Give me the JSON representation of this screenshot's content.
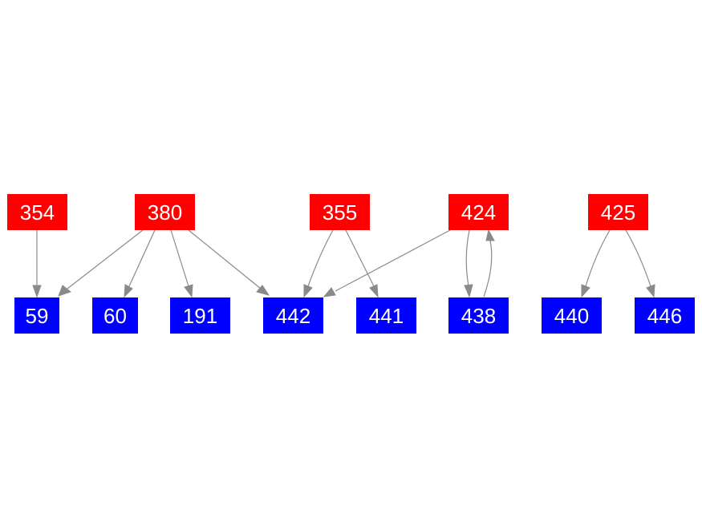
{
  "colors": {
    "source": "#ff0000",
    "target": "#0000ff",
    "edge": "#8a8a8a",
    "label": "#ffffff",
    "background": "#ffffff"
  },
  "nodes": {
    "n354": {
      "label": "354",
      "group": "source"
    },
    "n380": {
      "label": "380",
      "group": "source"
    },
    "n355": {
      "label": "355",
      "group": "source"
    },
    "n424": {
      "label": "424",
      "group": "source"
    },
    "n425": {
      "label": "425",
      "group": "source"
    },
    "n59": {
      "label": "59",
      "group": "target"
    },
    "n60": {
      "label": "60",
      "group": "target"
    },
    "n191": {
      "label": "191",
      "group": "target"
    },
    "n442": {
      "label": "442",
      "group": "target"
    },
    "n441": {
      "label": "441",
      "group": "target"
    },
    "n438": {
      "label": "438",
      "group": "target"
    },
    "n440": {
      "label": "440",
      "group": "target"
    },
    "n446": {
      "label": "446",
      "group": "target"
    }
  },
  "edges": [
    {
      "from": "354",
      "to": "59"
    },
    {
      "from": "380",
      "to": "59"
    },
    {
      "from": "380",
      "to": "60"
    },
    {
      "from": "380",
      "to": "191"
    },
    {
      "from": "380",
      "to": "442"
    },
    {
      "from": "355",
      "to": "442"
    },
    {
      "from": "355",
      "to": "441"
    },
    {
      "from": "424",
      "to": "442"
    },
    {
      "from": "424",
      "to": "438"
    },
    {
      "from": "438",
      "to": "424"
    },
    {
      "from": "425",
      "to": "440"
    },
    {
      "from": "425",
      "to": "446"
    }
  ]
}
